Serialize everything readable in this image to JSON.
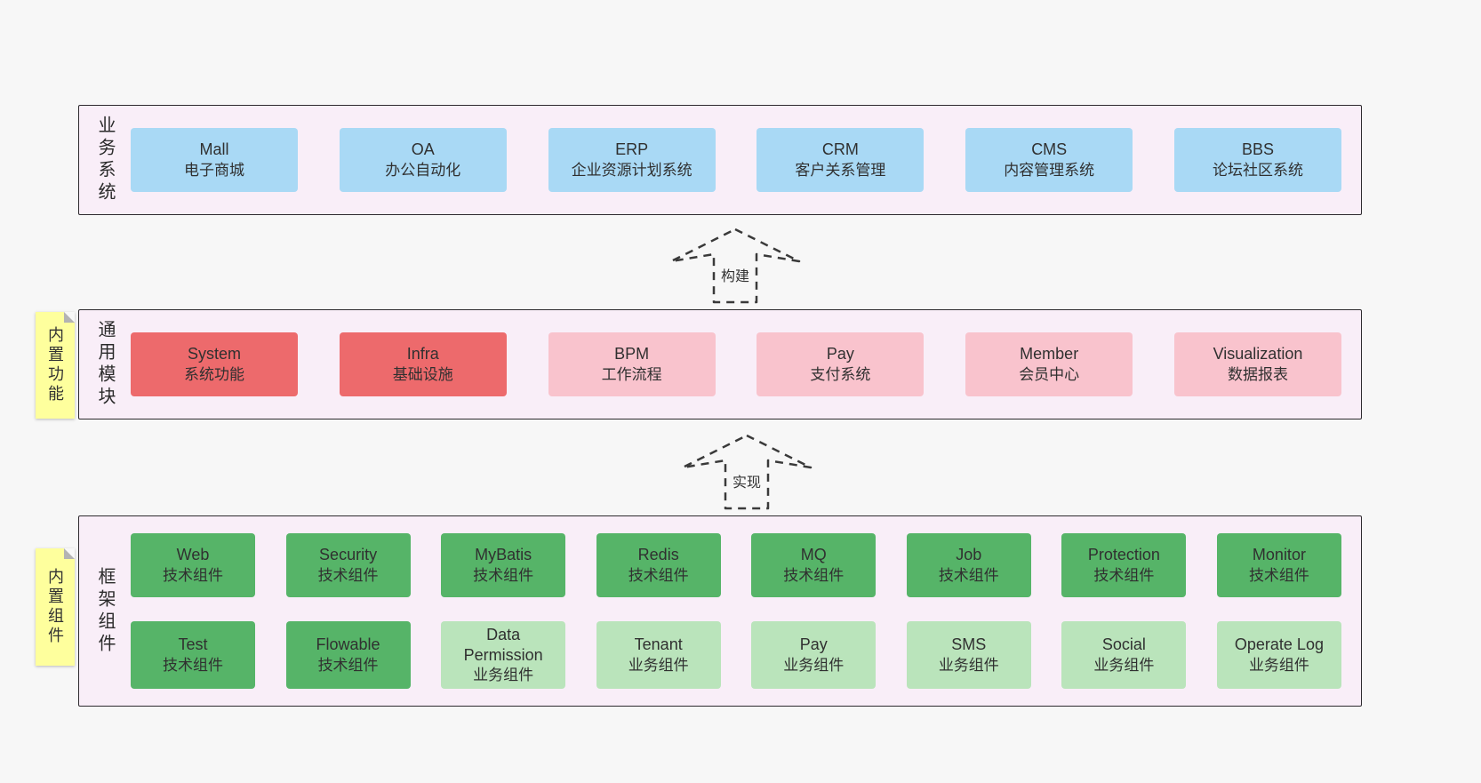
{
  "business": {
    "label": "业务系统",
    "boxes": [
      {
        "title": "Mall",
        "subtitle": "电子商城"
      },
      {
        "title": "OA",
        "subtitle": "办公自动化"
      },
      {
        "title": "ERP",
        "subtitle": "企业资源计划系统"
      },
      {
        "title": "CRM",
        "subtitle": "客户关系管理"
      },
      {
        "title": "CMS",
        "subtitle": "内容管理系统"
      },
      {
        "title": "BBS",
        "subtitle": "论坛社区系统"
      }
    ]
  },
  "build_arrow": {
    "label": "构建"
  },
  "common": {
    "label": "通用模块",
    "sticky": "内置功能",
    "boxes": [
      {
        "title": "System",
        "subtitle": "系统功能",
        "variant": "red"
      },
      {
        "title": "Infra",
        "subtitle": "基础设施",
        "variant": "red"
      },
      {
        "title": "BPM",
        "subtitle": "工作流程",
        "variant": "pink"
      },
      {
        "title": "Pay",
        "subtitle": "支付系统",
        "variant": "pink"
      },
      {
        "title": "Member",
        "subtitle": "会员中心",
        "variant": "pink"
      },
      {
        "title": "Visualization",
        "subtitle": "数据报表",
        "variant": "pink"
      }
    ]
  },
  "implement_arrow": {
    "label": "实现"
  },
  "framework": {
    "label": "框架组件",
    "sticky": "内置组件",
    "row1": [
      {
        "title": "Web",
        "subtitle": "技术组件",
        "variant": "green-dark"
      },
      {
        "title": "Security",
        "subtitle": "技术组件",
        "variant": "green-dark"
      },
      {
        "title": "MyBatis",
        "subtitle": "技术组件",
        "variant": "green-dark"
      },
      {
        "title": "Redis",
        "subtitle": "技术组件",
        "variant": "green-dark"
      },
      {
        "title": "MQ",
        "subtitle": "技术组件",
        "variant": "green-dark"
      },
      {
        "title": "Job",
        "subtitle": "技术组件",
        "variant": "green-dark"
      },
      {
        "title": "Protection",
        "subtitle": "技术组件",
        "variant": "green-dark"
      },
      {
        "title": "Monitor",
        "subtitle": "技术组件",
        "variant": "green-dark"
      }
    ],
    "row2": [
      {
        "title": "Test",
        "subtitle": "技术组件",
        "variant": "green-dark"
      },
      {
        "title": "Flowable",
        "subtitle": "技术组件",
        "variant": "green-dark"
      },
      {
        "title": "Data Permission",
        "subtitle": "业务组件",
        "variant": "green-light"
      },
      {
        "title": "Tenant",
        "subtitle": "业务组件",
        "variant": "green-light"
      },
      {
        "title": "Pay",
        "subtitle": "业务组件",
        "variant": "green-light"
      },
      {
        "title": "SMS",
        "subtitle": "业务组件",
        "variant": "green-light"
      },
      {
        "title": "Social",
        "subtitle": "业务组件",
        "variant": "green-light"
      },
      {
        "title": "Operate Log",
        "subtitle": "业务组件",
        "variant": "green-light"
      }
    ]
  },
  "colors": {
    "page_bg": "#f7f7f7",
    "panel_bg": "#f9eef8",
    "panel_border": "#2d2a2e",
    "blue": "#a9d9f5",
    "red": "#ed6a6c",
    "pink": "#f9c3cd",
    "green_dark": "#56b468",
    "green_light": "#bae4bb",
    "sticky_yellow": "#feff9d",
    "arrow_stroke": "#3a3a3a"
  }
}
